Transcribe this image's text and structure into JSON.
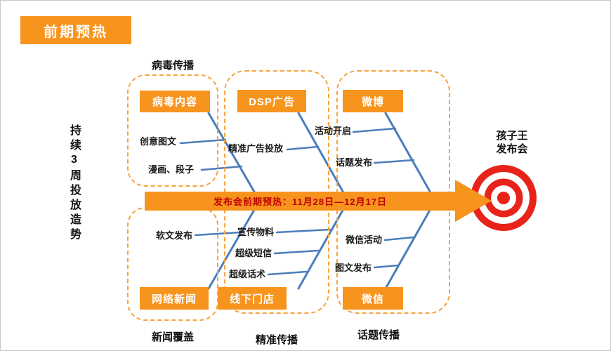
{
  "banner": {
    "title": "前期预热"
  },
  "left_note": {
    "text": "持续3周投放造势"
  },
  "arrow": {
    "label": "发布会前期预热：11月28日—12月17日"
  },
  "target": {
    "line1": "孩子王",
    "line2": "发布会"
  },
  "groups": {
    "viral": {
      "header": "病毒传播",
      "box": "病毒内容",
      "branches": [
        "创意图文",
        "漫画、段子"
      ]
    },
    "dsp": {
      "box": "DSP广告",
      "branches": [
        "精准广告投放"
      ]
    },
    "weibo": {
      "box": "微博",
      "branches": [
        "活动开启",
        "话题发布"
      ]
    },
    "news": {
      "footer": "新闻覆盖",
      "box": "网络新闻",
      "branches": [
        "软文发布"
      ]
    },
    "offline": {
      "footer": "精准传播",
      "box": "线下门店",
      "branches": [
        "宣传物料",
        "超级短信",
        "超级话术"
      ]
    },
    "wechat": {
      "footer": "话题传播",
      "box": "微信",
      "branches": [
        "微信活动",
        "图文发布"
      ]
    }
  },
  "colors": {
    "orange": "#F7941E",
    "dash": "#F9A33C",
    "blue": "#4A7EBB",
    "red": "#E8231A",
    "arrow_text": "#C00000"
  }
}
